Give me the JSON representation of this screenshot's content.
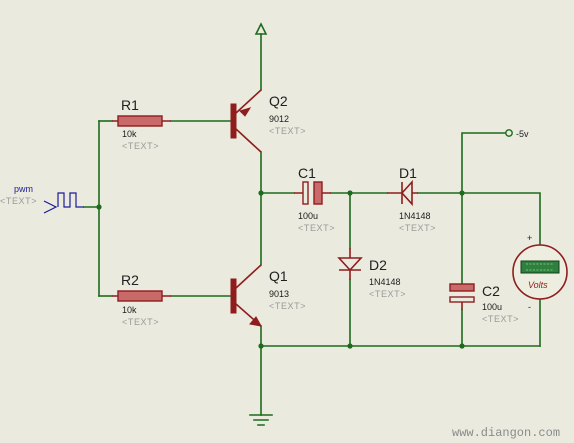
{
  "components": {
    "r1": {
      "ref": "R1",
      "value": "10k",
      "placeholder": "<TEXT>"
    },
    "r2": {
      "ref": "R2",
      "value": "10k",
      "placeholder": "<TEXT>"
    },
    "q1": {
      "ref": "Q1",
      "value": "9013",
      "placeholder": "<TEXT>"
    },
    "q2": {
      "ref": "Q2",
      "value": "9012",
      "placeholder": "<TEXT>"
    },
    "c1": {
      "ref": "C1",
      "value": "100u",
      "placeholder": "<TEXT>"
    },
    "c2": {
      "ref": "C2",
      "value": "100u",
      "placeholder": "<TEXT>"
    },
    "d1": {
      "ref": "D1",
      "value": "1N4148",
      "placeholder": "<TEXT>"
    },
    "d2": {
      "ref": "D2",
      "value": "1N4148",
      "placeholder": "<TEXT>"
    }
  },
  "pwm_source": {
    "label": "pwm",
    "placeholder": "<TEXT>"
  },
  "output_terminal": {
    "label": "-5v"
  },
  "voltmeter": {
    "label": "Volts",
    "plus": "+",
    "minus": "-"
  },
  "watermark": "www.diangon.com",
  "colors": {
    "wire": "#1d6b1d",
    "component": "#8f1d1d",
    "text": "#202020",
    "placeholder": "#9a9a9a",
    "net_label": "#1b1b9a",
    "background": "#ebeadf"
  }
}
